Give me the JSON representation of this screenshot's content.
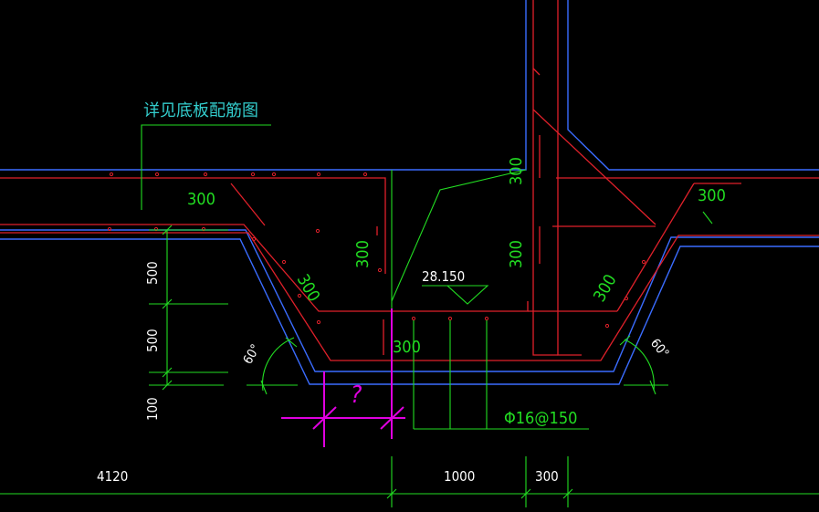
{
  "note_label": "详见底板配筋图",
  "elevation": "28.150",
  "rebar_label": "Φ16@150",
  "question_mark": "?",
  "dims": {
    "d300_top_left": "300",
    "d300_wall_left": "300",
    "d300_wall_top": "300",
    "d300_wall_right": "300",
    "d300_slope_left": "300",
    "d300_slope_right": "300",
    "d300_top_right": "300",
    "d300_pit_floor": "300",
    "d500_upper": "500",
    "d500_lower": "500",
    "d100": "100",
    "d4120": "4120",
    "d1000": "1000",
    "d300_bottom": "300"
  },
  "angles": {
    "left": "60°",
    "right": "60°"
  },
  "colors": {
    "background": "#000000",
    "concrete_outline": "#3a6cff",
    "rebar": "#e0202a",
    "dimension": "#22dd22",
    "text_white": "#ffffff",
    "note_cyan": "#33cccc",
    "annotation": "#e000e0"
  }
}
